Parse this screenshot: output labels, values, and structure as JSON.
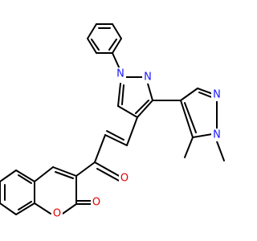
{
  "molecule": {
    "colors": {
      "bond": "#000000",
      "nitrogen": "#1a1aff",
      "oxygen": "#e00000"
    },
    "atoms": {
      "n1": "N",
      "n2": "N",
      "n3": "N",
      "n4": "N",
      "o_ketone": "O",
      "o_ring": "O",
      "o_carbonyl": "O"
    }
  }
}
